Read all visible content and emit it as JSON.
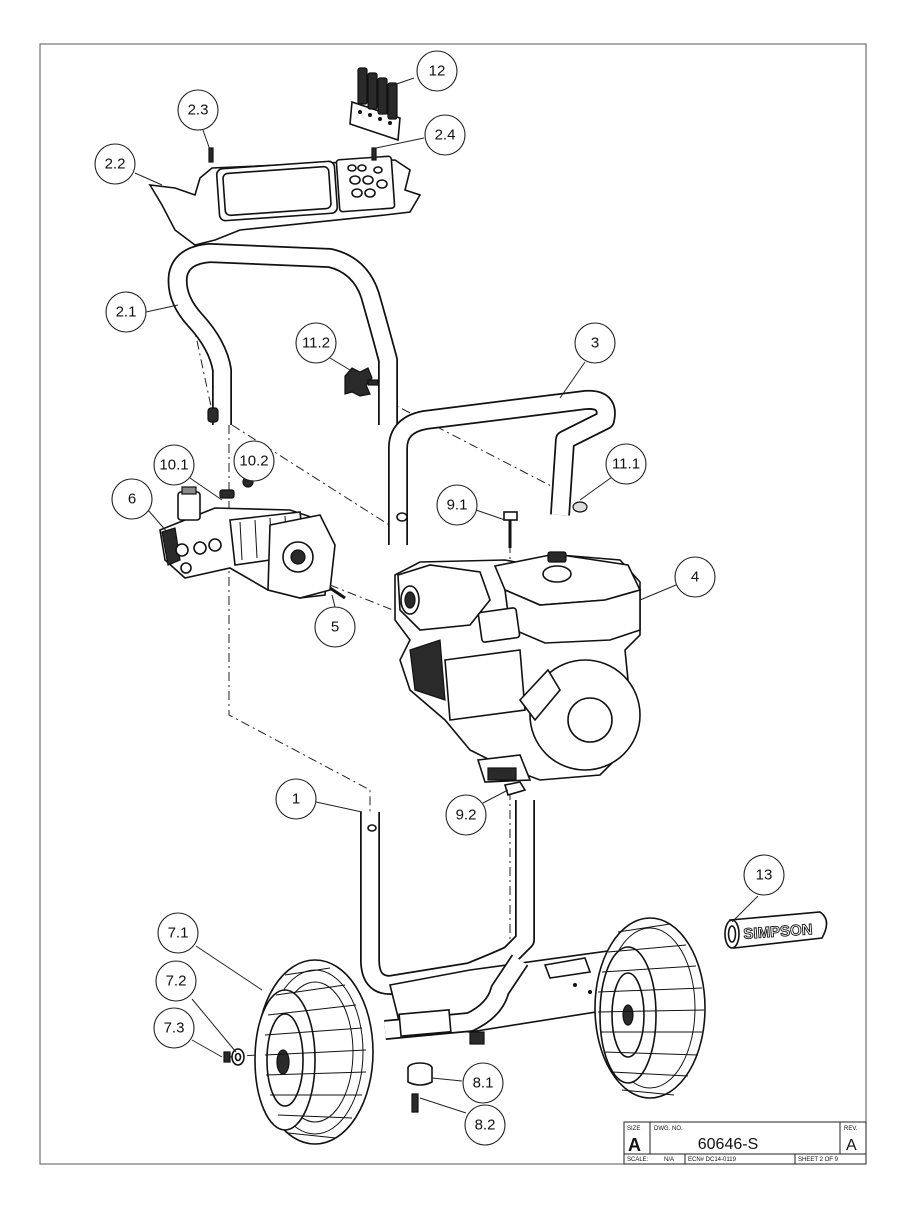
{
  "callouts": [
    {
      "id": "c-12",
      "label": "12"
    },
    {
      "id": "c-2-3",
      "label": "2.3"
    },
    {
      "id": "c-2-4",
      "label": "2.4"
    },
    {
      "id": "c-2-2",
      "label": "2.2"
    },
    {
      "id": "c-2-1",
      "label": "2.1"
    },
    {
      "id": "c-3",
      "label": "3"
    },
    {
      "id": "c-11-2",
      "label": "11.2"
    },
    {
      "id": "c-10-1",
      "label": "10.1"
    },
    {
      "id": "c-10-2",
      "label": "10.2"
    },
    {
      "id": "c-11-1",
      "label": "11.1"
    },
    {
      "id": "c-6",
      "label": "6"
    },
    {
      "id": "c-9-1",
      "label": "9.1"
    },
    {
      "id": "c-4",
      "label": "4"
    },
    {
      "id": "c-5",
      "label": "5"
    },
    {
      "id": "c-1",
      "label": "1"
    },
    {
      "id": "c-9-2",
      "label": "9.2"
    },
    {
      "id": "c-13",
      "label": "13"
    },
    {
      "id": "c-7-1",
      "label": "7.1"
    },
    {
      "id": "c-7-2",
      "label": "7.2"
    },
    {
      "id": "c-7-3",
      "label": "7.3"
    },
    {
      "id": "c-8-1",
      "label": "8.1"
    },
    {
      "id": "c-8-2",
      "label": "8.2"
    }
  ],
  "grip_brand": "SIMPSON",
  "title_block": {
    "size_label": "SIZE",
    "size_value": "A",
    "dwg_no_label": "DWG. NO.",
    "dwg_no_value": "60646-S",
    "rev_label": "REV.",
    "rev_value": "A",
    "scale_label": "SCALE:",
    "scale_value": "N/A",
    "ecn": "ECN# DC14-0119",
    "sheet": "SHEET 2 OF 9"
  }
}
